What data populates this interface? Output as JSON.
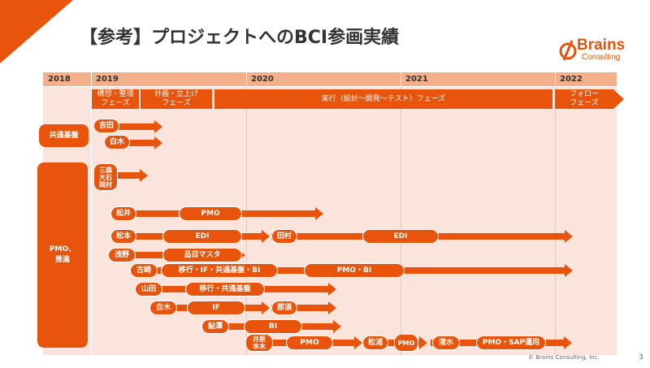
{
  "title": "【参考】プロジェクトへのBCI参画実績",
  "logo": {
    "main": "Brains",
    "sub": "Consulting"
  },
  "years": [
    "2018",
    "2019",
    "2020",
    "2021",
    "2022"
  ],
  "phases": [
    "構想・整理\nフェーズ",
    "計画・立上げ\nフェーズ",
    "実行（設計～開発～テスト）フェーズ",
    "フォロー\nフェーズ"
  ],
  "groups": [
    "共通基盤",
    "PMO、\n推進"
  ],
  "people": {
    "yoshida": "吉田",
    "shiraki1": "白木",
    "mitsumori": "三森\n大石\n岡村",
    "matsui": "松井",
    "matsumoto": "松本",
    "tamura": "田村",
    "asano": "浅野",
    "furusaki": "古崎",
    "yamada": "山田",
    "shiraki2": "白木",
    "nasu": "那須",
    "ayusawa": "鮎澤",
    "ihara": "井原\n本木",
    "matsuura": "松浦",
    "shimizu": "清水"
  },
  "tasks": {
    "pmo1": "PMO",
    "edi1": "EDI",
    "edi2": "EDI",
    "hinmoku": "品目マスタ",
    "migration_bi": "移行・IF・共通基盤・BI",
    "pmo_bi": "PMO・BI",
    "migration_kiban": "移行・共通基盤",
    "if": "IF",
    "bi": "BI",
    "pmo2": "PMO",
    "pmo3": "PMO",
    "pmo_sap": "PMO・SAP運用"
  },
  "footer": "© Brains Consulting, Inc.",
  "page_number": "3",
  "colors": {
    "accent": "#e8540c",
    "header": "#f4b08a",
    "background": "#fbe4dc"
  }
}
